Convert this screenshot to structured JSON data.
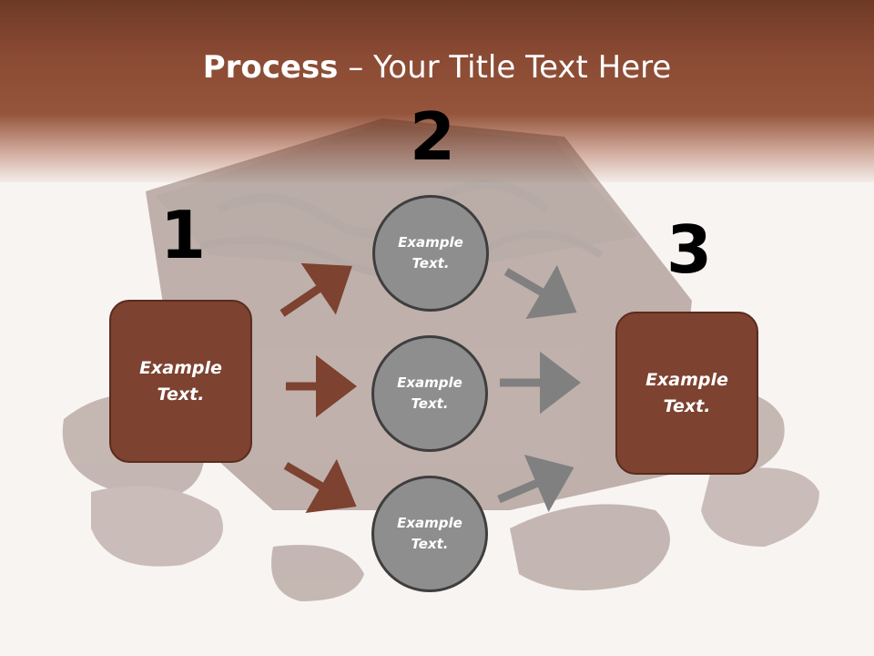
{
  "slide": {
    "title_bold": "Process",
    "title_rest": " – Your Title Text Here",
    "colors": {
      "header": "#8a4a33",
      "box_fill": "#7d4230",
      "circle_fill": "#8e8e8e",
      "arrow_brown": "#7d4230",
      "arrow_gray": "#808080"
    }
  },
  "steps": {
    "step1_number": "1",
    "step2_number": "2",
    "step3_number": "3"
  },
  "boxes": {
    "left_text": "Example Text.",
    "right_text": "Example Text."
  },
  "circles": {
    "top_text": "Example Text.",
    "middle_text": "Example Text.",
    "bottom_text": "Example Text."
  },
  "background": {
    "image": "chocolate-cake-slice"
  }
}
